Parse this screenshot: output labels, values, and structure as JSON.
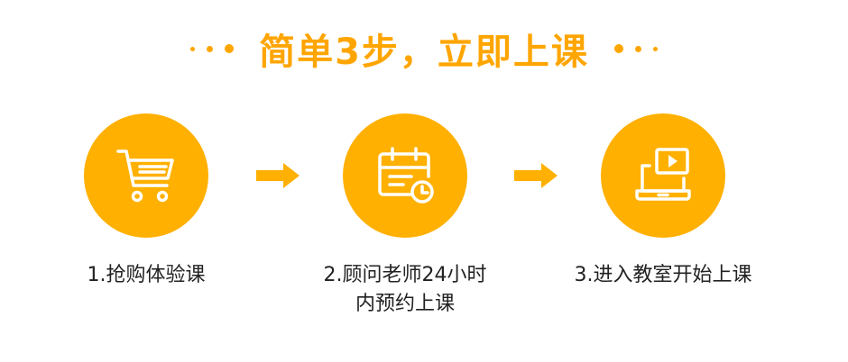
{
  "header": {
    "title": "简单3步，立即上课"
  },
  "colors": {
    "accent": "#FFA500",
    "circle": "#FFB000",
    "text": "#222222"
  },
  "steps": [
    {
      "icon": "shopping-cart-icon",
      "label_line1": "1.抢购体验课",
      "label_line2": ""
    },
    {
      "icon": "calendar-clock-icon",
      "label_line1": "2.顾问老师24小时",
      "label_line2": "内预约上课"
    },
    {
      "icon": "laptop-video-icon",
      "label_line1": "3.进入教室开始上课",
      "label_line2": ""
    }
  ],
  "connectors": [
    "arrow-right-icon",
    "arrow-right-icon"
  ]
}
